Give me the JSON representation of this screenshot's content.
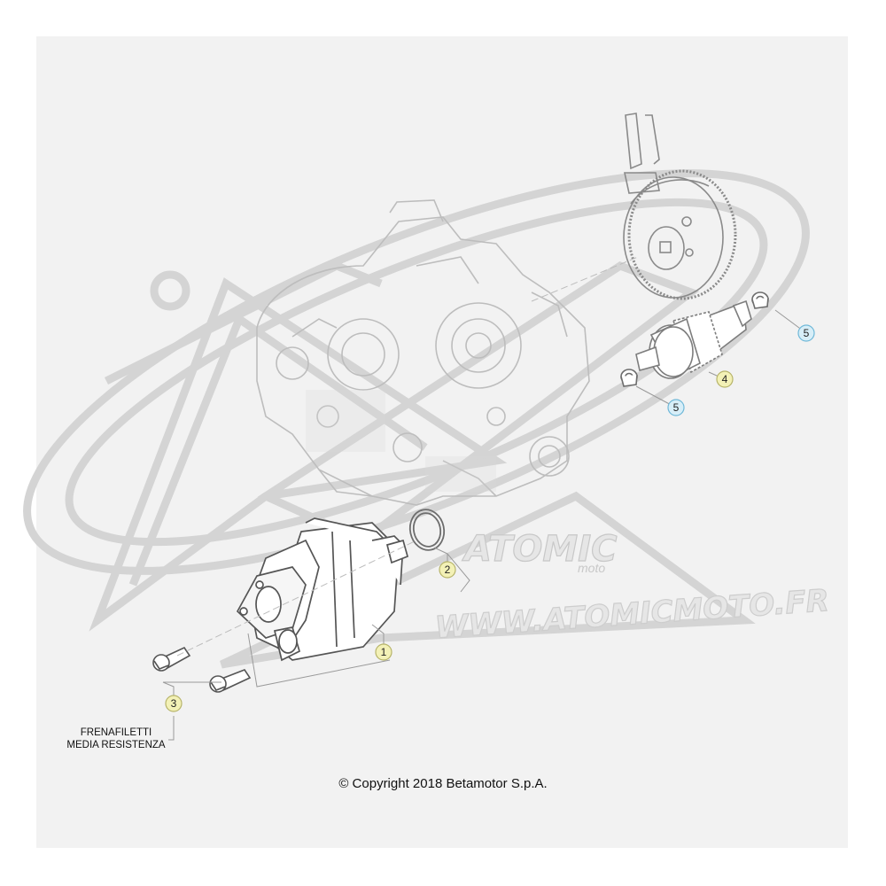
{
  "watermark": {
    "brand_word": "ATOMIC",
    "brand_sub": "moto",
    "url": "WWW.ATOMICMOTO.FR"
  },
  "parts": [
    {
      "ref": "1",
      "name": "starter-motor",
      "tag_color": "#f3f1b6",
      "ring_color": "#b7b46a"
    },
    {
      "ref": "2",
      "name": "o-ring",
      "tag_color": "#f3f1b6",
      "ring_color": "#b7b46a"
    },
    {
      "ref": "3",
      "name": "flange-bolt",
      "tag_color": "#f3f1b6",
      "ring_color": "#b7b46a"
    },
    {
      "ref": "4",
      "name": "starter-clutch-gear",
      "tag_color": "#f3f1b6",
      "ring_color": "#b7b46a"
    },
    {
      "ref": "5",
      "name": "bushing",
      "tag_color": "#d7eef8",
      "ring_color": "#6fb8d8"
    },
    {
      "ref": "5",
      "name": "bushing",
      "tag_color": "#d7eef8",
      "ring_color": "#6fb8d8"
    }
  ],
  "note": {
    "line1": "FRENAFILETTI",
    "line2": "MEDIA RESISTENZA"
  },
  "copyright": "© Copyright 2018 Betamotor S.p.A."
}
